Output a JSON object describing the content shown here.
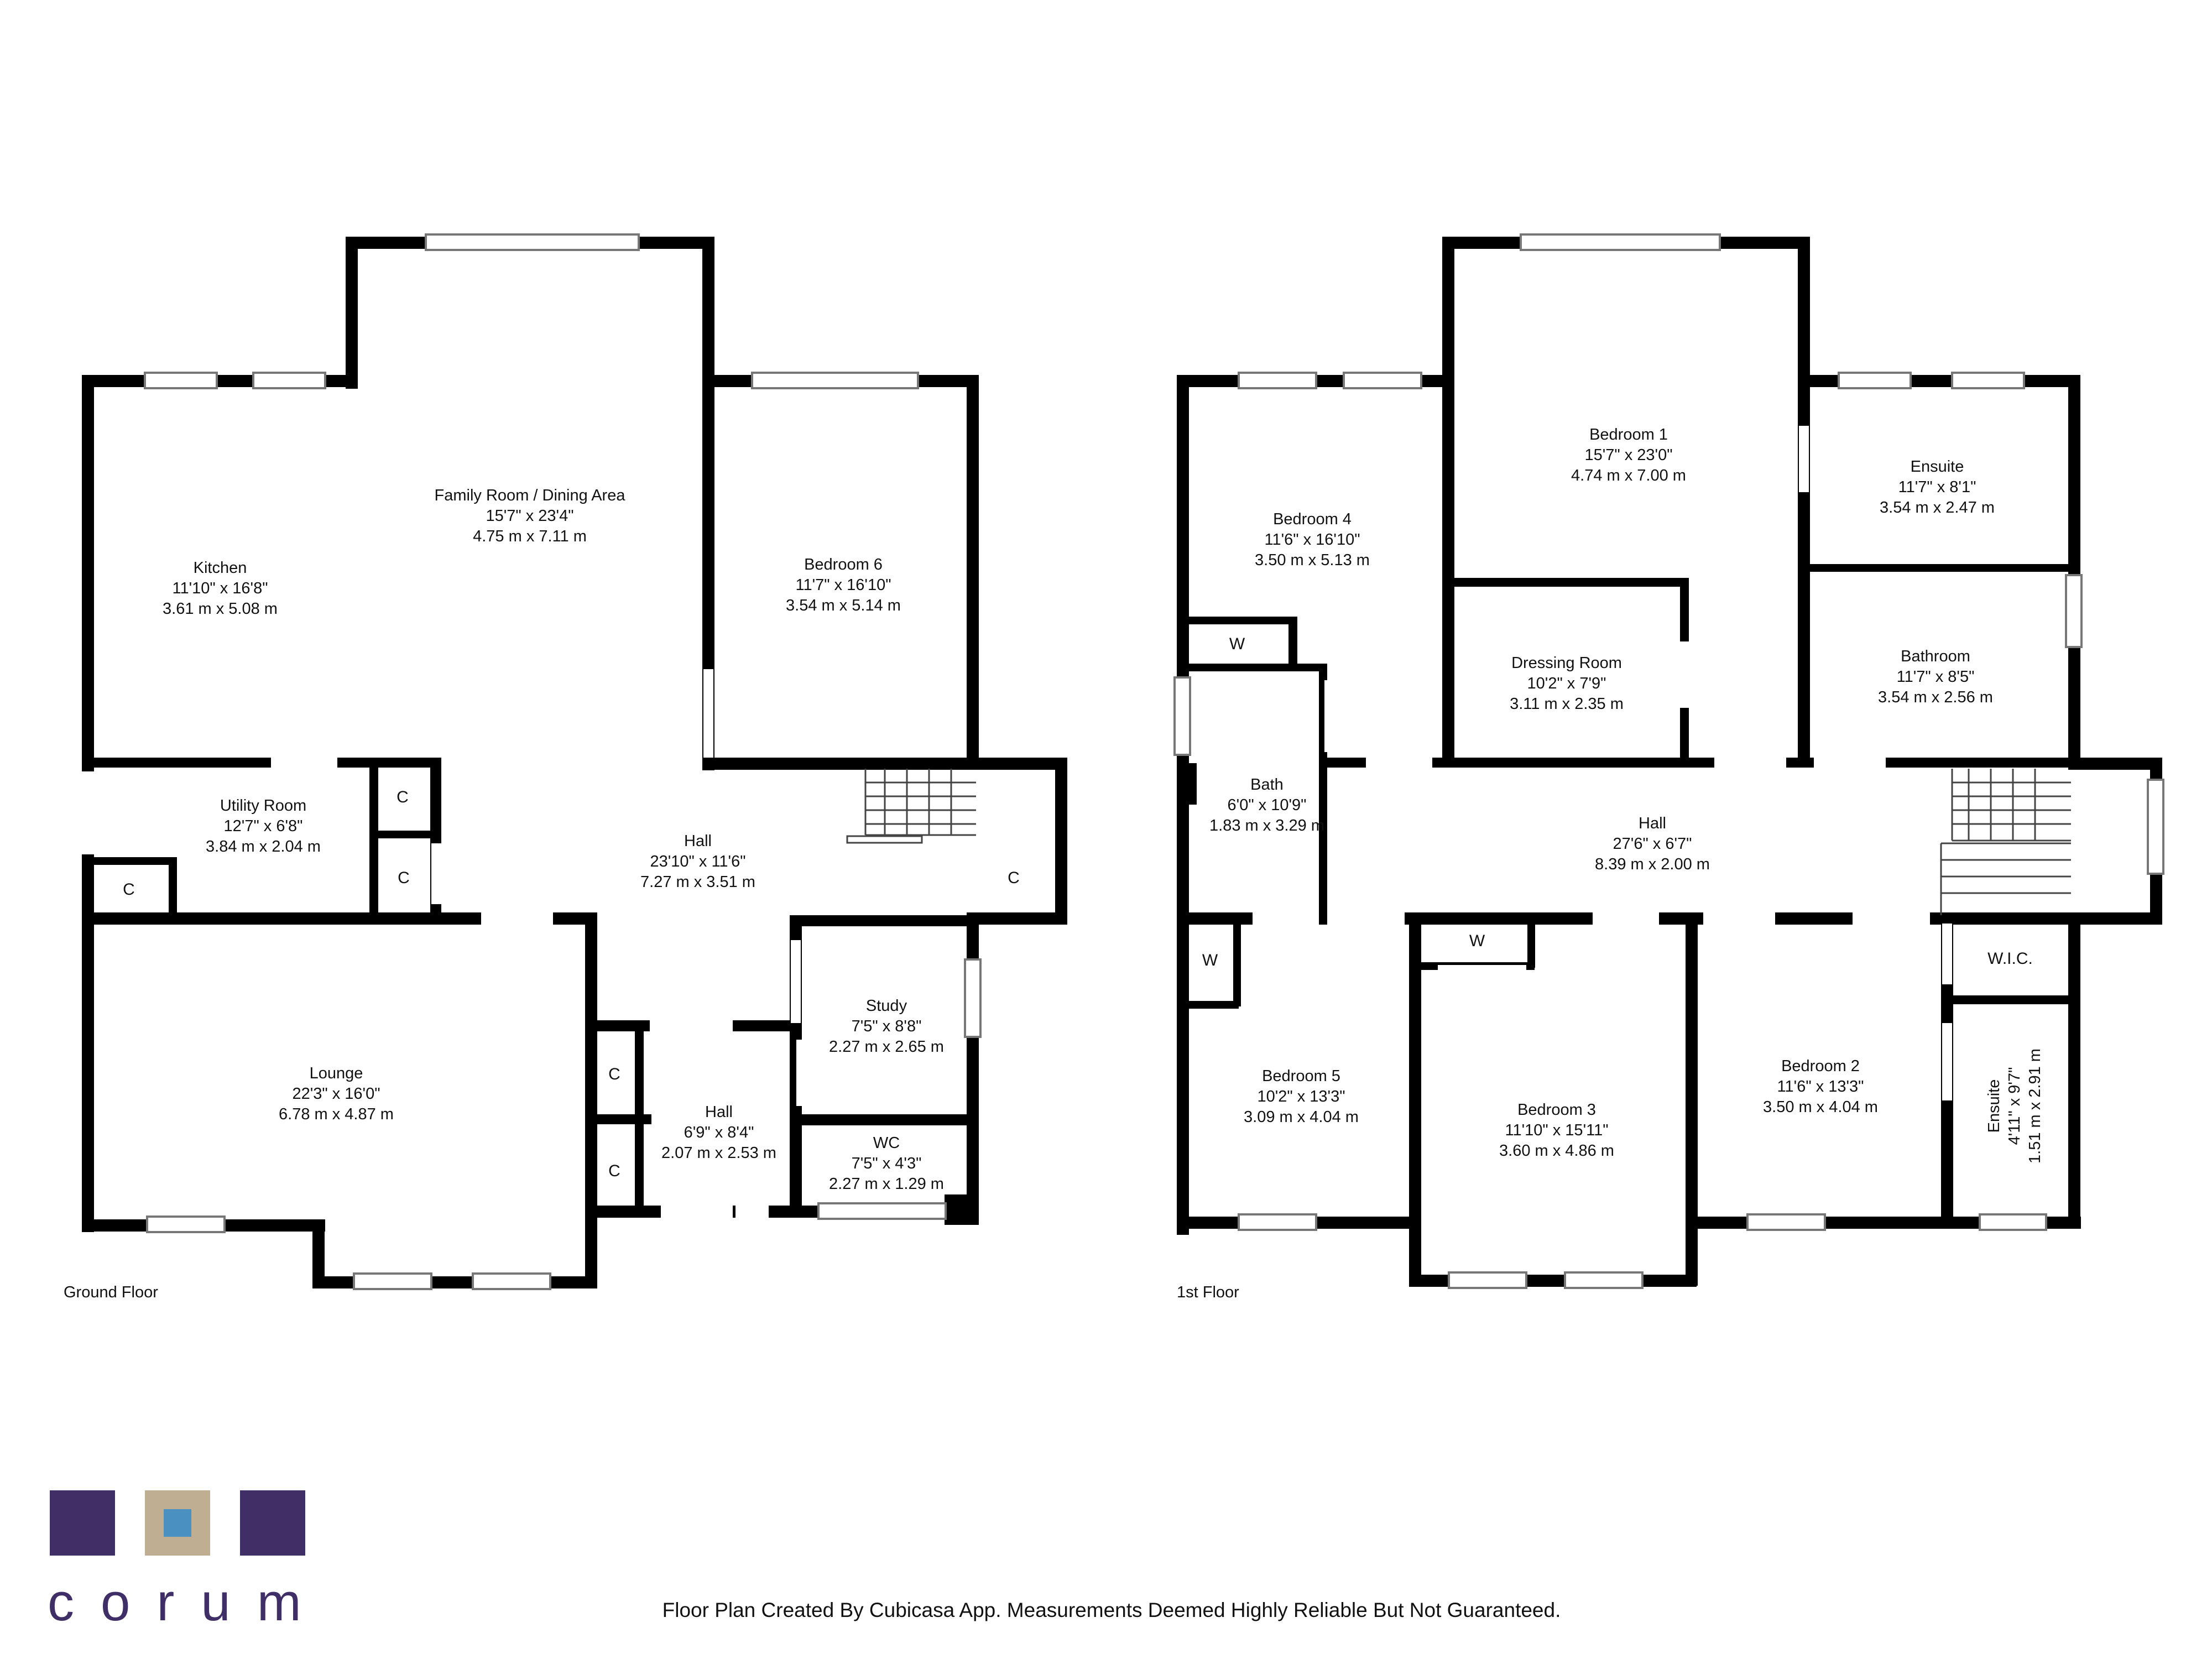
{
  "floors": {
    "ground": "Ground Floor",
    "first": "1st Floor"
  },
  "rooms": {
    "family": {
      "name": "Family Room / Dining Area",
      "imperial": "15'7\" x 23'4\"",
      "metric": "4.75 m x 7.11 m"
    },
    "kitchen": {
      "name": "Kitchen",
      "imperial": "11'10\" x 16'8\"",
      "metric": "3.61 m x 5.08 m"
    },
    "bedroom6": {
      "name": "Bedroom 6",
      "imperial": "11'7\" x 16'10\"",
      "metric": "3.54 m x 5.14 m"
    },
    "utility": {
      "name": "Utility Room",
      "imperial": "12'7\" x 6'8\"",
      "metric": "3.84 m x 2.04 m"
    },
    "hall_ground": {
      "name": "Hall",
      "imperial": "23'10\" x 11'6\"",
      "metric": "7.27 m x 3.51 m"
    },
    "lounge": {
      "name": "Lounge",
      "imperial": "22'3\" x 16'0\"",
      "metric": "6.78 m x 4.87 m"
    },
    "hall_small": {
      "name": "Hall",
      "imperial": "6'9\" x 8'4\"",
      "metric": "2.07 m x 2.53 m"
    },
    "study": {
      "name": "Study",
      "imperial": "7'5\" x 8'8\"",
      "metric": "2.27 m x 2.65 m"
    },
    "wc": {
      "name": "WC",
      "imperial": "7'5\" x 4'3\"",
      "metric": "2.27 m x 1.29 m"
    },
    "bedroom1": {
      "name": "Bedroom 1",
      "imperial": "15'7\" x 23'0\"",
      "metric": "4.74 m x 7.00 m"
    },
    "bedroom4": {
      "name": "Bedroom 4",
      "imperial": "11'6\" x 16'10\"",
      "metric": "3.50 m x 5.13 m"
    },
    "ensuite1": {
      "name": "Ensuite",
      "imperial": "11'7\" x 8'1\"",
      "metric": "3.54 m x 2.47 m"
    },
    "dressing": {
      "name": "Dressing Room",
      "imperial": "10'2\" x 7'9\"",
      "metric": "3.11 m x 2.35 m"
    },
    "bathroom": {
      "name": "Bathroom",
      "imperial": "11'7\" x 8'5\"",
      "metric": "3.54 m x 2.56 m"
    },
    "bath": {
      "name": "Bath",
      "imperial": "6'0\" x 10'9\"",
      "metric": "1.83 m x 3.29 m"
    },
    "hall_first": {
      "name": "Hall",
      "imperial": "27'6\" x 6'7\"",
      "metric": "8.39 m x 2.00 m"
    },
    "bedroom5": {
      "name": "Bedroom 5",
      "imperial": "10'2\" x 13'3\"",
      "metric": "3.09 m x 4.04 m"
    },
    "bedroom3": {
      "name": "Bedroom 3",
      "imperial": "11'10\" x 15'11\"",
      "metric": "3.60 m x 4.86 m"
    },
    "bedroom2": {
      "name": "Bedroom 2",
      "imperial": "11'6\" x 13'3\"",
      "metric": "3.50 m x 4.04 m"
    },
    "ensuite2": {
      "name": "Ensuite",
      "imperial": "4'11\" x 9'7\"",
      "metric": "1.51 m x 2.91 m"
    }
  },
  "closets": {
    "cupboard": "C",
    "wardrobe": "W",
    "walk_in": "W.I.C."
  },
  "footer": "Floor Plan Created By Cubicasa App. Measurements Deemed Highly Reliable But Not Guaranteed.",
  "logo": {
    "text": "corum",
    "colors": {
      "dark": "#3f2f66",
      "tan": "#bfae92",
      "blue": "#4a90c0"
    }
  }
}
